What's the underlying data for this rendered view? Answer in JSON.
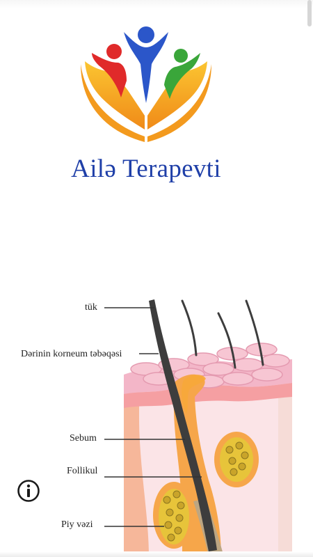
{
  "app": {
    "title": "Ailə Terapevti"
  },
  "diagram": {
    "labels": {
      "hair": "tük",
      "stratum_corneum": "Dərinin korneum təbəqəsi",
      "sebum": "Sebum",
      "follicle": "Follikul",
      "sebaceous_gland": "Piy vəzi"
    }
  },
  "icons": {
    "logo": "family-hands-logo",
    "info": "info-icon"
  },
  "colors": {
    "title": "#1f3fa8",
    "figure_red": "#e02a2a",
    "figure_blue": "#2b56c9",
    "figure_green": "#3aa63a",
    "hands_orange": "#f39a1e",
    "skin_pink": "#f3b6c8",
    "follicle_orange": "#f6a64a",
    "hair_dark": "#3d3d3d",
    "gland_yellow": "#e7c43a"
  }
}
